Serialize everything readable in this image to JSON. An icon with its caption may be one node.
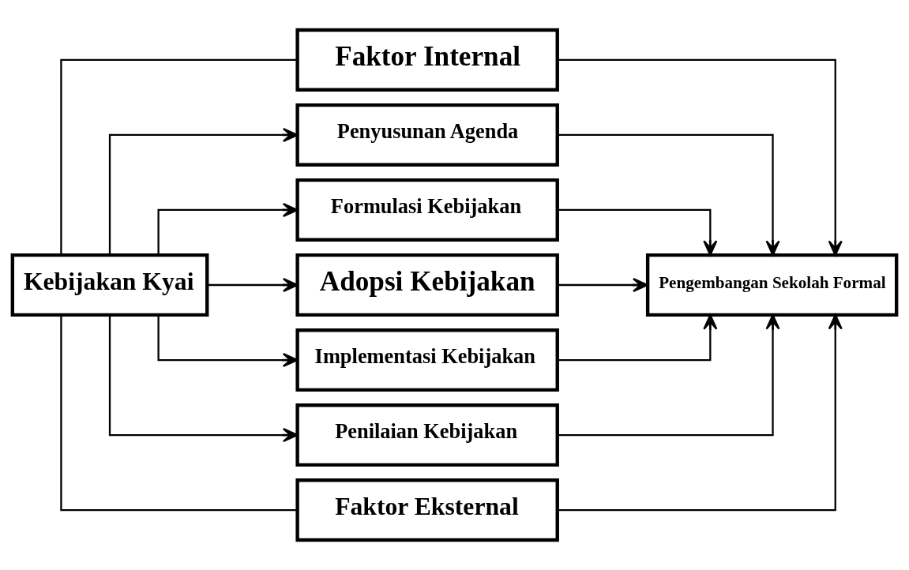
{
  "diagram": {
    "nodes": [
      {
        "text": [
          "Faktor Internal"
        ]
      },
      {
        "text": [
          "Kebijakan Kyai"
        ]
      },
      {
        "text": [
          "Penyusunan Agenda"
        ]
      },
      {
        "text": [
          "Formulasi Kebijakan"
        ]
      },
      {
        "text": [
          "Adopsi Kebijakan"
        ]
      },
      {
        "text": [
          "Implementasi Kebijakan"
        ]
      },
      {
        "text": [
          "Penilaian Kebijakan"
        ]
      },
      {
        "text": [
          "Pengembangan Sekolah Formal"
        ]
      },
      {
        "text": [
          "Faktor Eksternal"
        ]
      }
    ],
    "edges": [
      {
        "from": 1,
        "to": 0,
        "arrow": "none"
      },
      {
        "from": 0,
        "to": 7,
        "arrow": "to"
      },
      {
        "from": 1,
        "to": 2,
        "arrow": "to"
      },
      {
        "from": 1,
        "to": 3,
        "arrow": "to"
      },
      {
        "from": 1,
        "to": 4,
        "arrow": "to"
      },
      {
        "from": 1,
        "to": 5,
        "arrow": "to"
      },
      {
        "from": 1,
        "to": 6,
        "arrow": "to"
      },
      {
        "from": 2,
        "to": 7,
        "arrow": "to"
      },
      {
        "from": 3,
        "to": 7,
        "arrow": "to"
      },
      {
        "from": 4,
        "to": 7,
        "arrow": "to"
      },
      {
        "from": 5,
        "to": 7,
        "arrow": "to"
      },
      {
        "from": 6,
        "to": 7,
        "arrow": "to"
      },
      {
        "from": 1,
        "to": 8,
        "arrow": "none"
      },
      {
        "from": 8,
        "to": 7,
        "arrow": "to"
      }
    ]
  }
}
